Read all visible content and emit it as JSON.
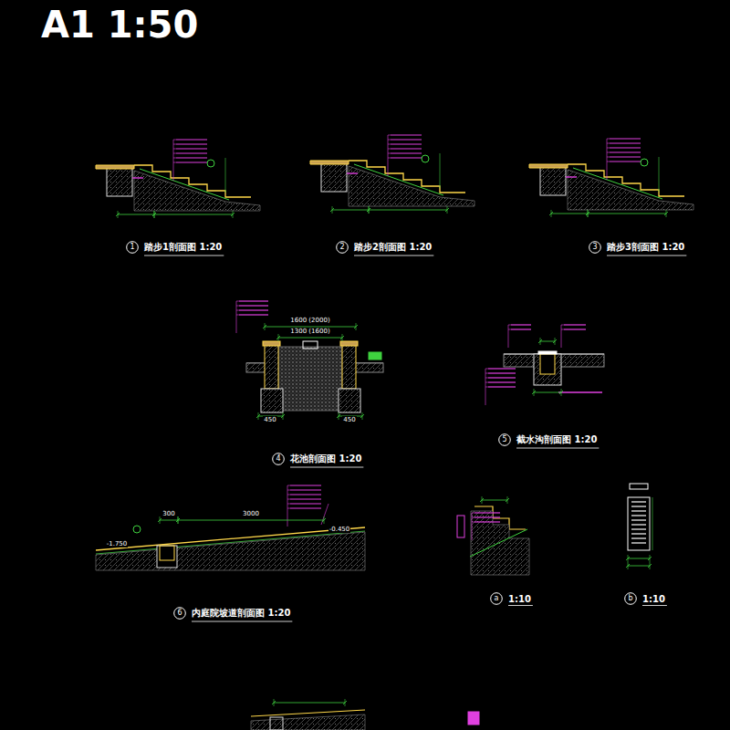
{
  "diagram": {
    "title": "A1  1:50",
    "nodes": [
      {
        "text": [
          "1",
          "踏步1剖面图 1:20"
        ]
      },
      {
        "text": [
          "2",
          "踏步2剖面图 1:20"
        ]
      },
      {
        "text": [
          "3",
          "踏步3剖面图 1:20"
        ]
      },
      {
        "text": [
          "4",
          "花池剖面图 1:20"
        ]
      },
      {
        "text": [
          "5",
          "截水沟剖面图 1:20"
        ]
      },
      {
        "text": [
          "6",
          "内庭院坡道剖面图 1:20"
        ]
      },
      {
        "text": [
          "a",
          "1:10"
        ]
      },
      {
        "text": [
          "b",
          "1:10"
        ]
      }
    ],
    "labels": [
      "1600 (2000)",
      "1300 (1600)",
      "450",
      "450",
      "300",
      "3000",
      "-1.750",
      "-0.450"
    ]
  }
}
